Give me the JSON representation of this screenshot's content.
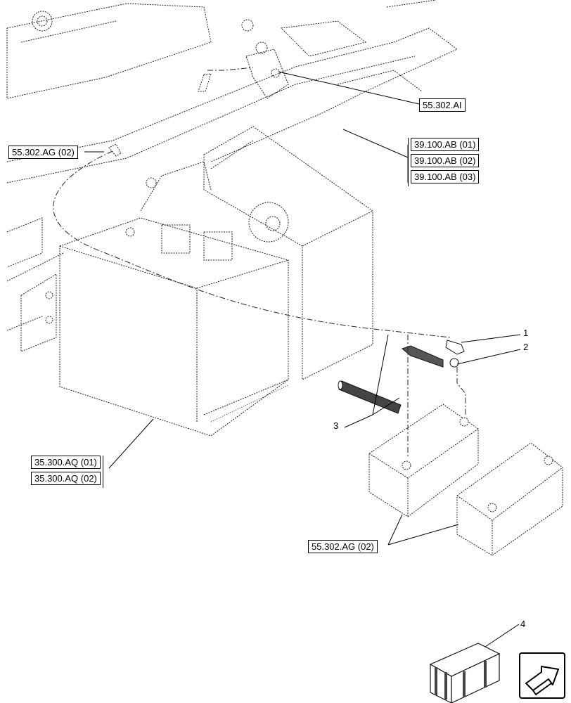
{
  "references": {
    "ai": "55.302.AI",
    "ag_top": "55.302.AG (02)",
    "ab": [
      "39.100.AB (01)",
      "39.100.AB (02)",
      "39.100.AB (03)"
    ],
    "aq": [
      "35.300.AQ (01)",
      "35.300.AQ (02)"
    ],
    "ag_bottom": "55.302.AG (02)"
  },
  "callouts": {
    "c1": "1",
    "c2": "2",
    "c3": "3",
    "c4": "4"
  },
  "icons": {
    "crate": "crate-icon",
    "nav": "next-page-arrow-icon"
  }
}
